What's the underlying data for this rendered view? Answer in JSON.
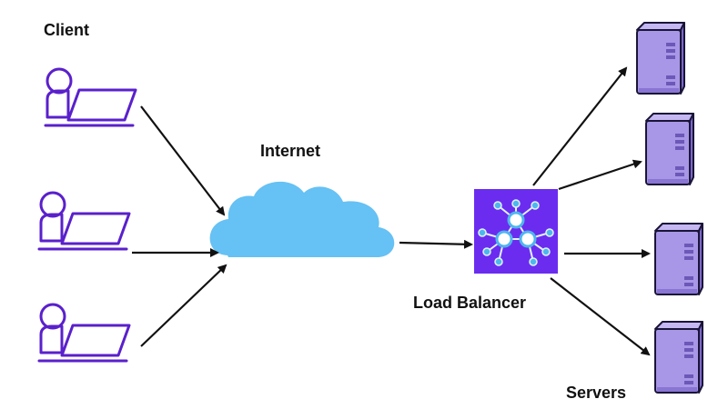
{
  "labels": {
    "client": "Client",
    "internet": "Internet",
    "load_balancer": "Load Balancer",
    "servers": "Servers"
  },
  "colors": {
    "client_stroke": "#5a20cc",
    "cloud_fill": "#66c1f4",
    "balancer_fill": "#6b2cf0",
    "balancer_nodes": "#4fb6ec",
    "server_front": "#a897e6",
    "server_side": "#7d67c9",
    "server_top": "#c4b7f2",
    "server_outline": "#1a1538",
    "arrow": "#111111",
    "text": "#111111"
  },
  "icons": {
    "client": "laptop-user-icon",
    "internet": "cloud-icon",
    "load_balancer": "network-hub-icon",
    "server": "server-tower-icon"
  }
}
